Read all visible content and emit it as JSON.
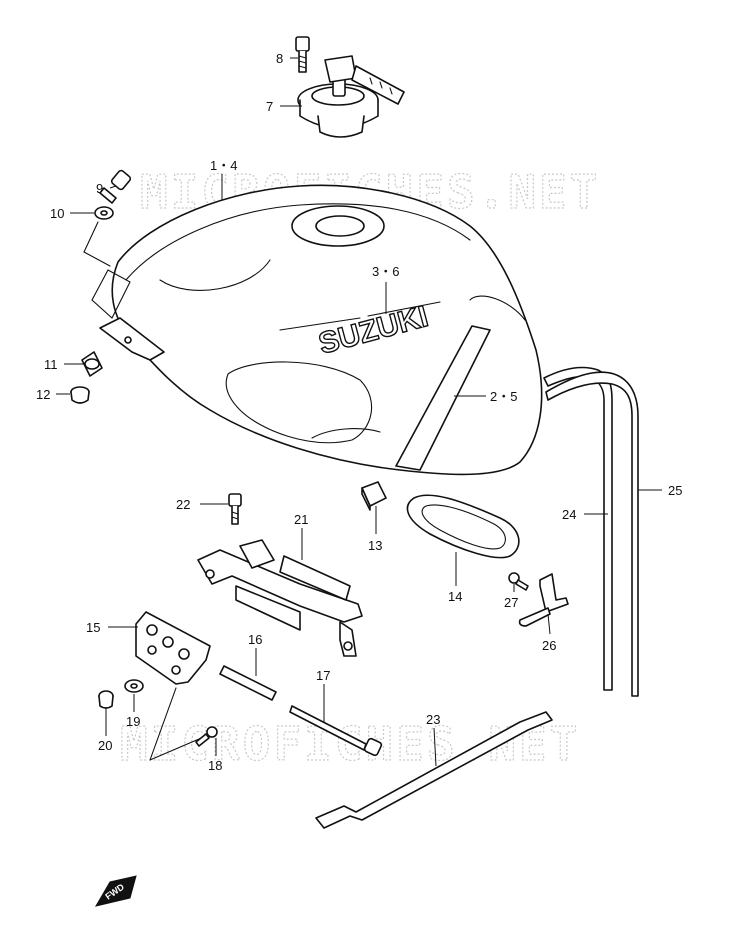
{
  "watermarks": [
    "MICROFICHES.NET",
    "MICROFICHES.NET"
  ],
  "brand_lettering": "SUZUKI",
  "direction_badge": "FWD",
  "callouts": {
    "c8": "8",
    "c7": "7",
    "c1_4": "1・4",
    "c9": "9",
    "c10": "10",
    "c3_6": "3・6",
    "c11": "11",
    "c12": "12",
    "c2_5": "2・5",
    "c22": "22",
    "c21": "21",
    "c13": "13",
    "c25": "25",
    "c24": "24",
    "c15": "15",
    "c16": "16",
    "c14": "14",
    "c27": "27",
    "c26": "26",
    "c17": "17",
    "c19": "19",
    "c20": "20",
    "c18": "18",
    "c23": "23"
  }
}
